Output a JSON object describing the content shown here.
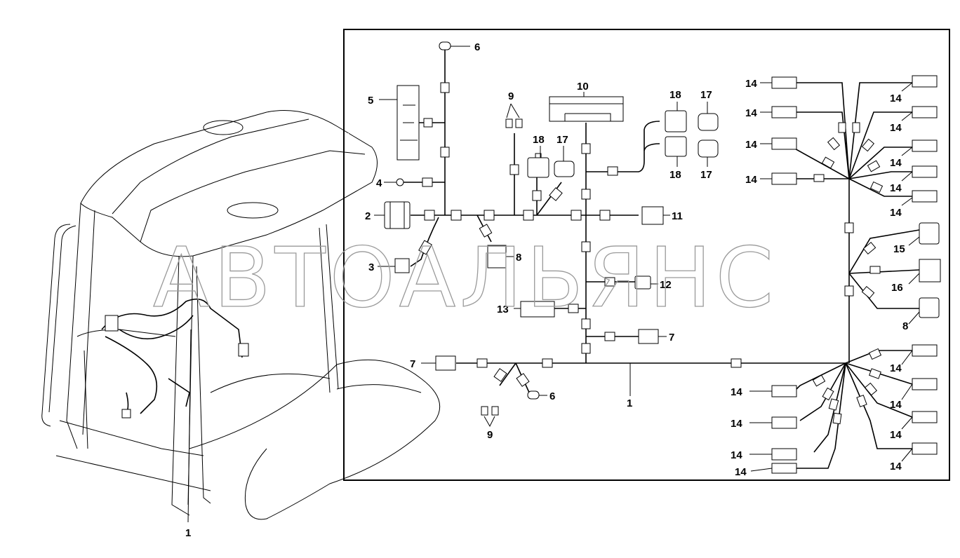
{
  "watermark": "АВТОАЛЬЯНС",
  "callouts": {
    "c1_cab": "1",
    "c1_main": "1",
    "c2": "2",
    "c3": "3",
    "c4": "4",
    "c5": "5",
    "c6_top": "6",
    "c6_bottom": "6",
    "c7_left": "7",
    "c7_right": "7",
    "c8_center": "8",
    "c8_right": "8",
    "c9_top": "9",
    "c9_bottom": "9",
    "c10": "10",
    "c11": "11",
    "c12": "12",
    "c13": "13",
    "c14": "14",
    "c15": "15",
    "c16": "16",
    "c17": "17",
    "c18": "18"
  },
  "colors": {
    "line": "#000000",
    "watermark": "#9a9a9a",
    "background": "#ffffff"
  }
}
